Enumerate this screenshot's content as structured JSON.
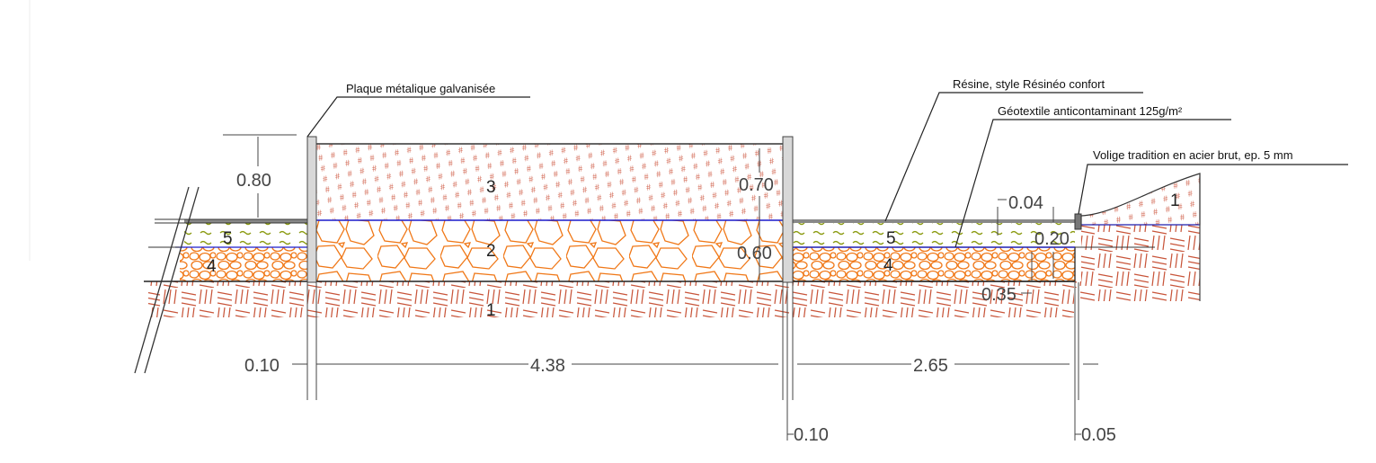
{
  "labels": {
    "plate": "Plaque métalique galvanisée",
    "resin": "Résine, style Résinéo confort",
    "geotextile": "Géotextile anticontaminant 125g/m²",
    "volige": "Volige tradition en acier brut, ep. 5 mm"
  },
  "layers": {
    "l1a": "1",
    "l1b": "1",
    "l2": "2",
    "l3": "3",
    "l4a": "4",
    "l4b": "4",
    "l5a": "5",
    "l5b": "5"
  },
  "dimensions": {
    "h_080": "0.80",
    "h_070": "0.70",
    "h_060": "0.60",
    "h_004": "0.04",
    "h_020": "0.20",
    "h_035": "0.35",
    "w_010_left": "0.10",
    "w_438": "4.38",
    "w_265": "2.65",
    "w_010_mid": "0.10",
    "w_005": "0.05"
  },
  "colors": {
    "gravel": "#f07818",
    "soil": "#c8553a",
    "topsoil": "#d0604a",
    "geotextile": "#1a1acc",
    "grass": "#8a9a10",
    "plate": "#d8d8d8"
  }
}
